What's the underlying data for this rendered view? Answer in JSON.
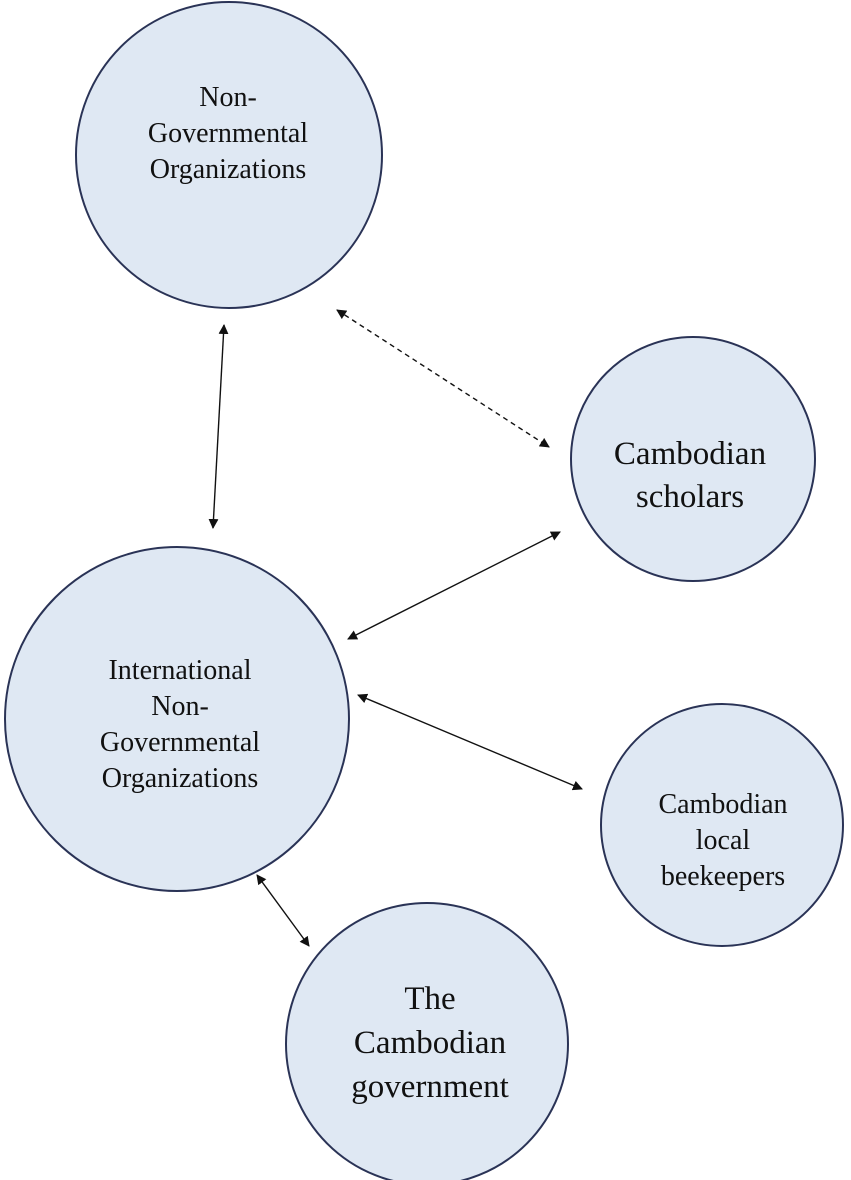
{
  "nodes": {
    "ngo": {
      "lines": [
        "Non-",
        "Governmental",
        "Organizations"
      ]
    },
    "scholars": {
      "lines": [
        "Cambodian",
        "scholars"
      ]
    },
    "ingo": {
      "lines": [
        "International",
        "Non-",
        "Governmental",
        "Organizations"
      ]
    },
    "beekeepers": {
      "lines": [
        "Cambodian",
        "local",
        "beekeepers"
      ]
    },
    "government": {
      "lines": [
        "The",
        "Cambodian",
        "government"
      ]
    }
  },
  "edges": [
    {
      "from": "ngo",
      "to": "ingo",
      "style": "solid",
      "bidirectional": true
    },
    {
      "from": "ngo",
      "to": "scholars",
      "style": "dashed",
      "bidirectional": true
    },
    {
      "from": "ingo",
      "to": "scholars",
      "style": "solid",
      "bidirectional": true
    },
    {
      "from": "ingo",
      "to": "beekeepers",
      "style": "solid",
      "bidirectional": true
    },
    {
      "from": "ingo",
      "to": "government",
      "style": "solid",
      "bidirectional": true
    }
  ],
  "colors": {
    "node_fill": "#dfe8f3",
    "node_stroke": "#2a3356",
    "text": "#111111"
  }
}
